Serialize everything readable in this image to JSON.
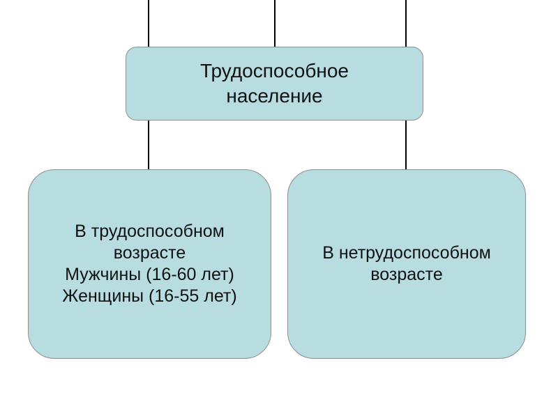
{
  "diagram": {
    "top_node": {
      "label": "Трудоспособное\nнаселение"
    },
    "left_node": {
      "label": "В трудоспособном\nвозрасте\nМужчины (16-60 лет)\nЖенщины (16-55 лет)"
    },
    "right_node": {
      "label": "В нетрудоспособном\nвозрасте"
    },
    "colors": {
      "node_fill": "#b7dde0",
      "node_border": "#8e8e8e",
      "connector": "#000000"
    }
  }
}
